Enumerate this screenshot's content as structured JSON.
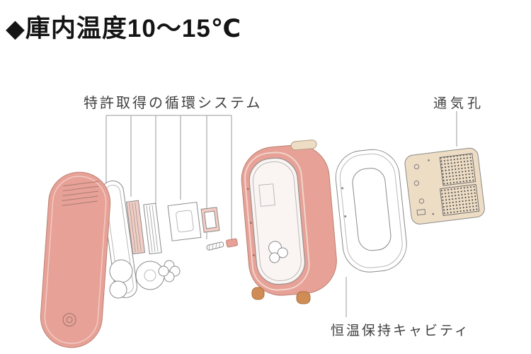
{
  "header": {
    "title": "◆庫内温度10〜15℃"
  },
  "annotations": {
    "circulation_label": "特許取得の循環システム",
    "vent_label": "通気孔",
    "cavity_label": "恒温保持キャビティ"
  },
  "diagram": {
    "type": "exploded-view",
    "parts": [
      "door-panel",
      "inner-frame-part",
      "gasket-part",
      "fan-part",
      "impeller-part",
      "heatsink-part",
      "plate-part",
      "module-part",
      "main-body",
      "handle",
      "feet",
      "back-shell",
      "vent-panel"
    ]
  },
  "colors": {
    "background": "#ffffff",
    "body_pink": "#e7a196",
    "pink_shade": "#bd8175",
    "pink_light": "#f3cdc3",
    "beige": "#eeddc5",
    "feet_tan": "#cf8d55",
    "line_gray": "#8a8a8a",
    "leader_gray": "#9a9a9a",
    "label_gray": "#3f3f3f",
    "heading_black": "#141414"
  }
}
